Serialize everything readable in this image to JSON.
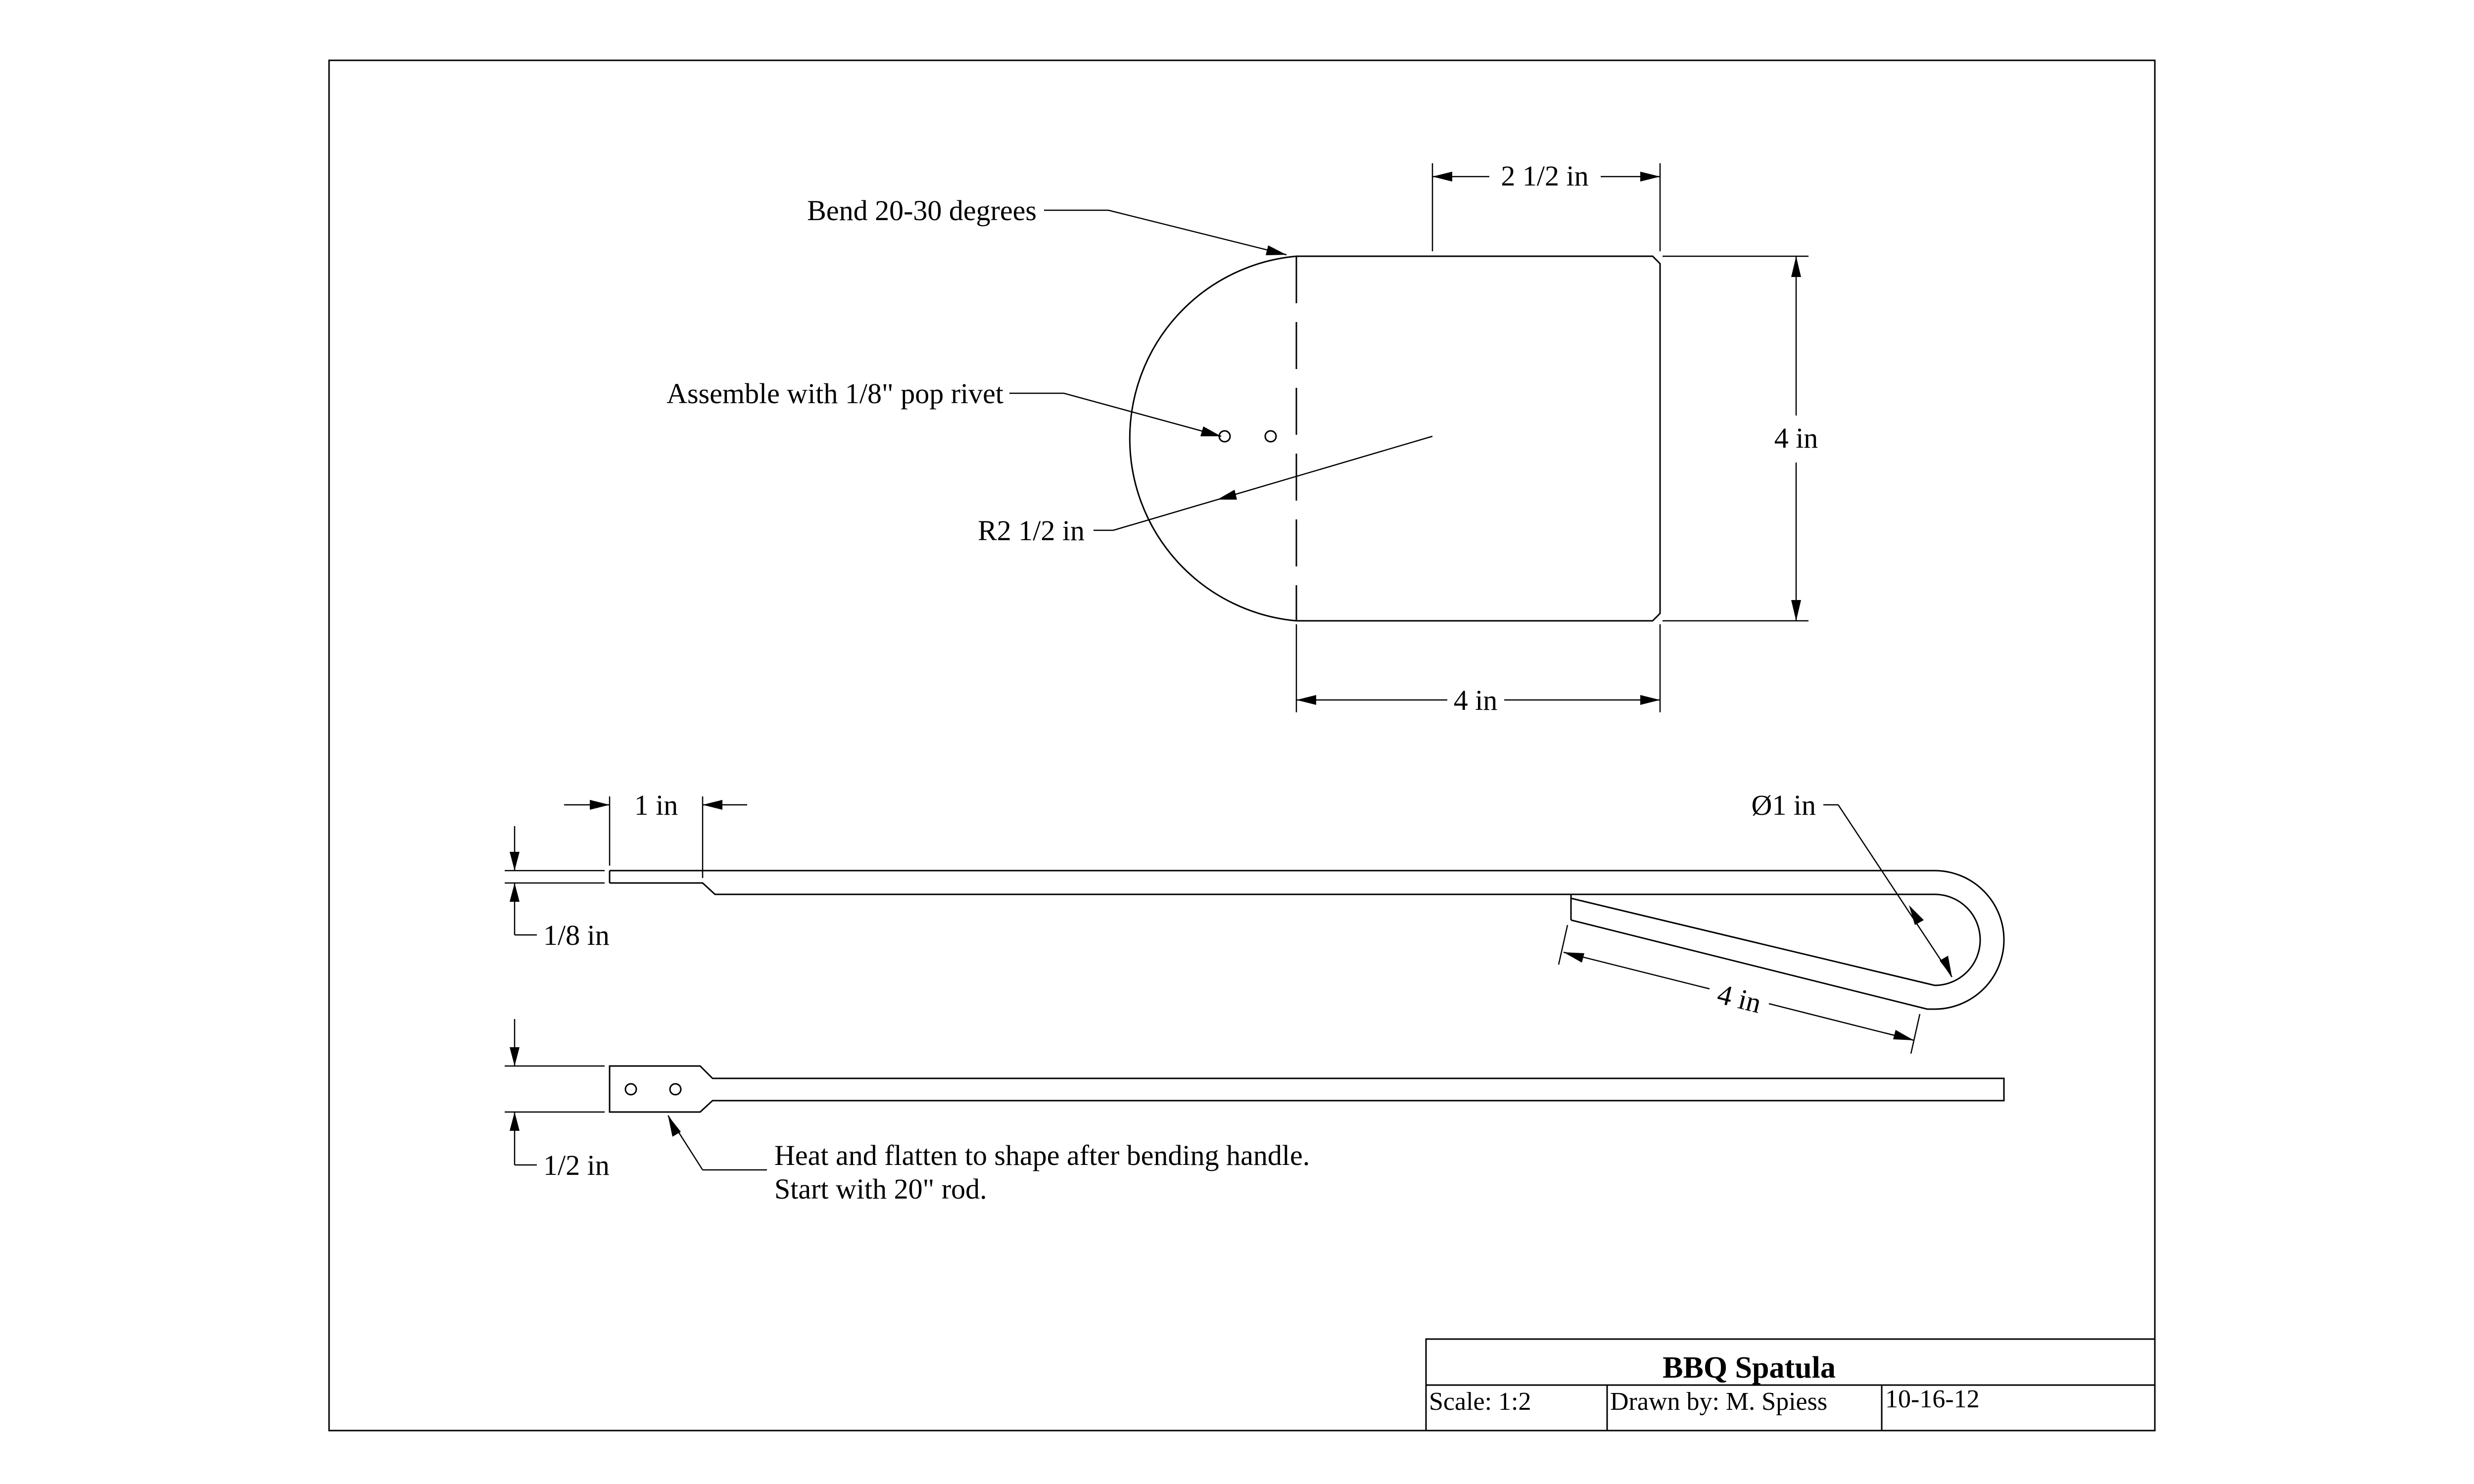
{
  "drawing": {
    "annotations": {
      "bend": "Bend 20-30 degrees",
      "rivet": "Assemble with 1/8\" pop rivet",
      "radius": "R2 1/2 in",
      "heat_line1": "Heat and flatten to shape after bending handle.",
      "heat_line2": "Start with 20\" rod."
    },
    "dimensions": {
      "top_width": "2 1/2 in",
      "height": "4 in",
      "bottom_width": "4 in",
      "stub_length": "1 in",
      "diameter": "Ø1 in",
      "handle_len": "4 in",
      "thickness": "1/8 in",
      "width": "1/2 in"
    }
  },
  "title_block": {
    "title": "BBQ Spatula",
    "scale": "Scale: 1:2",
    "drawn_by": "Drawn by: M. Spiess",
    "date": "10-16-12"
  }
}
